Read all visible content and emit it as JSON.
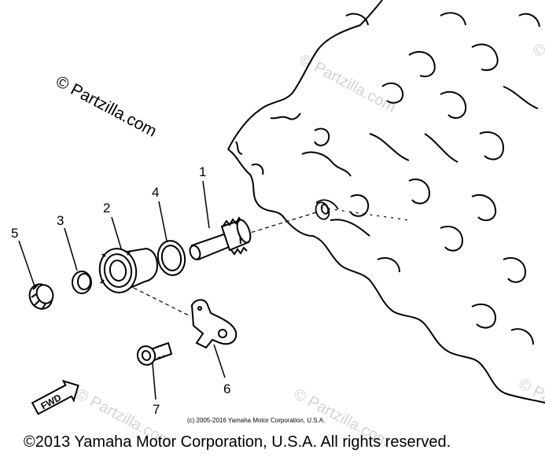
{
  "watermark": {
    "brand": "© Partzilla.com",
    "faint": "© Partzilla.com"
  },
  "callouts": [
    "1",
    "2",
    "3",
    "4",
    "5",
    "6",
    "7"
  ],
  "direction_label": "FWD",
  "copyright_small": "(c) 2005-2016 Yamaha Motor Corporation, U.S.A.",
  "copyright_footer": "©2013 Yamaha Motor Corporation, U.S.A. All rights reserved.",
  "colors": {
    "line": "#000000",
    "watermark": "#d4d4d4",
    "background": "#ffffff"
  }
}
